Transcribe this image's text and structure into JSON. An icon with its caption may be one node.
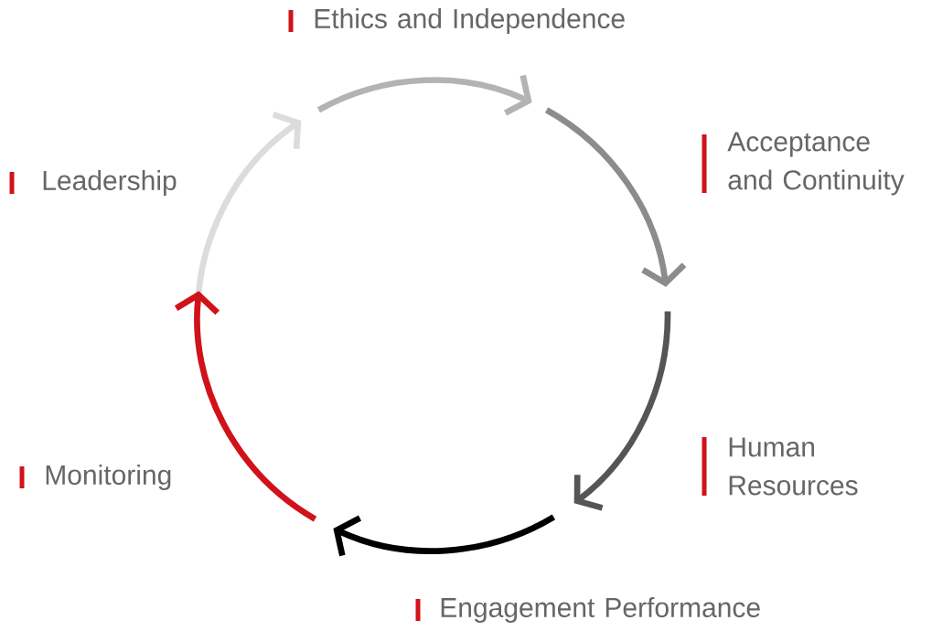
{
  "diagram": {
    "labels": [
      "Ethics and Independence",
      "Leadership",
      "Acceptance and Continuity",
      "Human Resources",
      "Monitoring",
      "Engagement Performance"
    ]
  }
}
